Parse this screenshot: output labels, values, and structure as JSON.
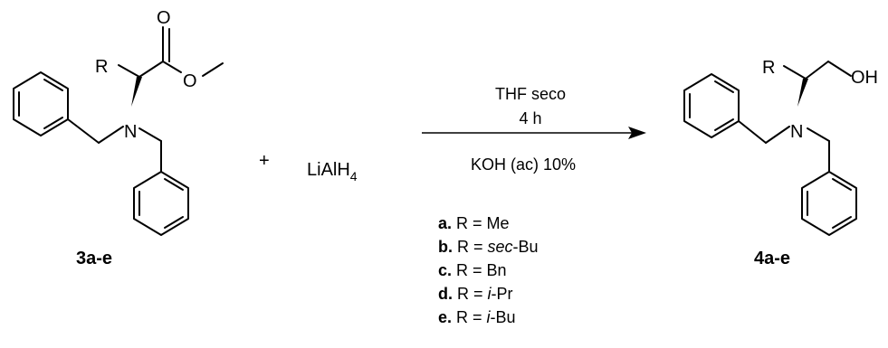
{
  "reactant": {
    "r_label": "R",
    "n_label": "N",
    "o_label": "O",
    "ester_o_label": "O",
    "compound_label": "3a-e"
  },
  "plus": "+",
  "reagent": {
    "main": "LiAlH",
    "subscript": "4"
  },
  "conditions": {
    "above_1": "THF seco",
    "above_2": "4 h",
    "below": "KOH (ac) 10%"
  },
  "product": {
    "r_label": "R",
    "n_label": "N",
    "oh_label": "OH",
    "compound_label": "4a-e"
  },
  "legend": [
    {
      "letter": "a.",
      "prefix": " R = ",
      "italic": "",
      "suffix": "Me"
    },
    {
      "letter": "b.",
      "prefix": " R = ",
      "italic": "sec",
      "suffix": "-Bu"
    },
    {
      "letter": "c.",
      "prefix": " R = ",
      "italic": "",
      "suffix": "Bn"
    },
    {
      "letter": "d.",
      "prefix": " R = ",
      "italic": "i",
      "suffix": "-Pr"
    },
    {
      "letter": "e.",
      "prefix": " R = ",
      "italic": "i",
      "suffix": "-Bu"
    }
  ]
}
